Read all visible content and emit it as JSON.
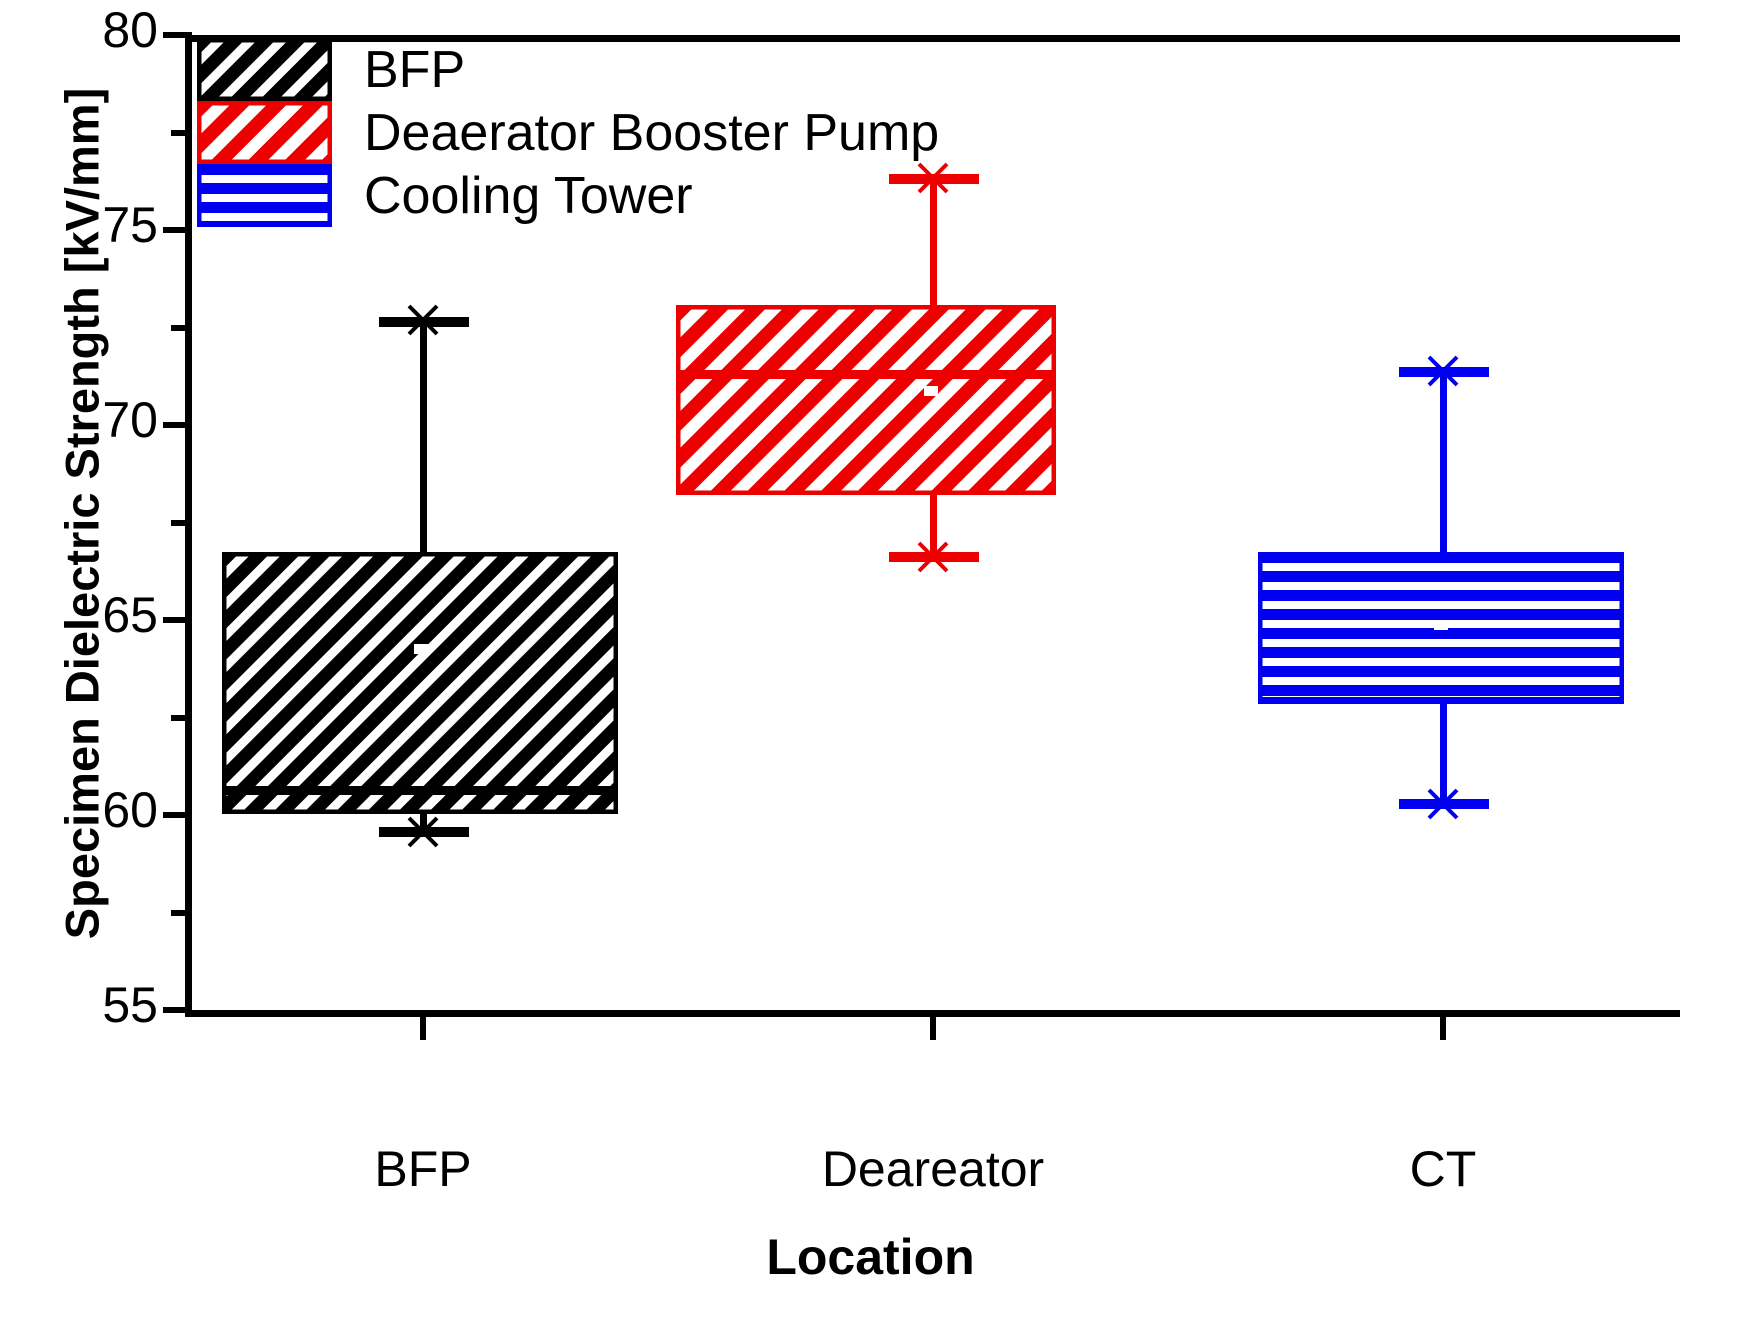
{
  "chart_data": {
    "type": "box",
    "title": "",
    "xlabel": "Location",
    "ylabel": "Specimen Dielectric Strength [kV/mm]",
    "ylim": [
      55,
      80
    ],
    "yticks": [
      55,
      60,
      65,
      70,
      75,
      80
    ],
    "ytick_labels": [
      "55",
      "60",
      "65",
      "70",
      "75",
      "80"
    ],
    "yminor_ticks": [
      57.5,
      62.5,
      67.5,
      72.5,
      77.5
    ],
    "grid": false,
    "legend_position": "top-left",
    "categories": [
      "BFP",
      "Deareator",
      "CT"
    ],
    "legend": [
      "BFP",
      "Deaerator Booster Pump",
      "Cooling Tower"
    ],
    "colors": {
      "bfp": "#000000",
      "deaerator": "#ec0000",
      "cooling_tower": "#0000ee",
      "background": "#ffffff",
      "axis": "#000000"
    },
    "boxes": [
      {
        "name": "BFP",
        "category": "BFP",
        "color": "#000000",
        "fill_pattern": "diagonal-hatch",
        "whisker_max": 72.6,
        "q3": 66.6,
        "median": 62.5,
        "mean": 64.1,
        "q1": 60.0,
        "whisker_min": 59.6
      },
      {
        "name": "Deaerator Booster Pump",
        "category": "Deareator",
        "color": "#ec0000",
        "fill_pattern": "diagonal-hatch",
        "whisker_max": 76.3,
        "q3": 72.9,
        "median": 71.3,
        "mean": 70.5,
        "q1": 68.3,
        "whisker_min": 66.5
      },
      {
        "name": "Cooling Tower",
        "category": "CT",
        "color": "#0000ee",
        "fill_pattern": "horizontal-hatch",
        "whisker_max": 71.2,
        "q3": 66.6,
        "median": 63.1,
        "mean": 65.1,
        "q1": 63.0,
        "whisker_min": 60.2
      }
    ]
  },
  "axes": {
    "y_title": "Specimen Dielectric Strength [kV/mm]",
    "x_title": "Location"
  },
  "legend": {
    "items": [
      {
        "label": "BFP",
        "swatch": "bfp"
      },
      {
        "label": "Deaerator Booster Pump",
        "swatch": "dbp"
      },
      {
        "label": "Cooling Tower",
        "swatch": "ct"
      }
    ]
  },
  "xaxis": {
    "labels": [
      "BFP",
      "Deareator",
      "CT"
    ]
  },
  "yaxis": {
    "labels": [
      "80",
      "75",
      "70",
      "65",
      "60",
      "55"
    ]
  }
}
